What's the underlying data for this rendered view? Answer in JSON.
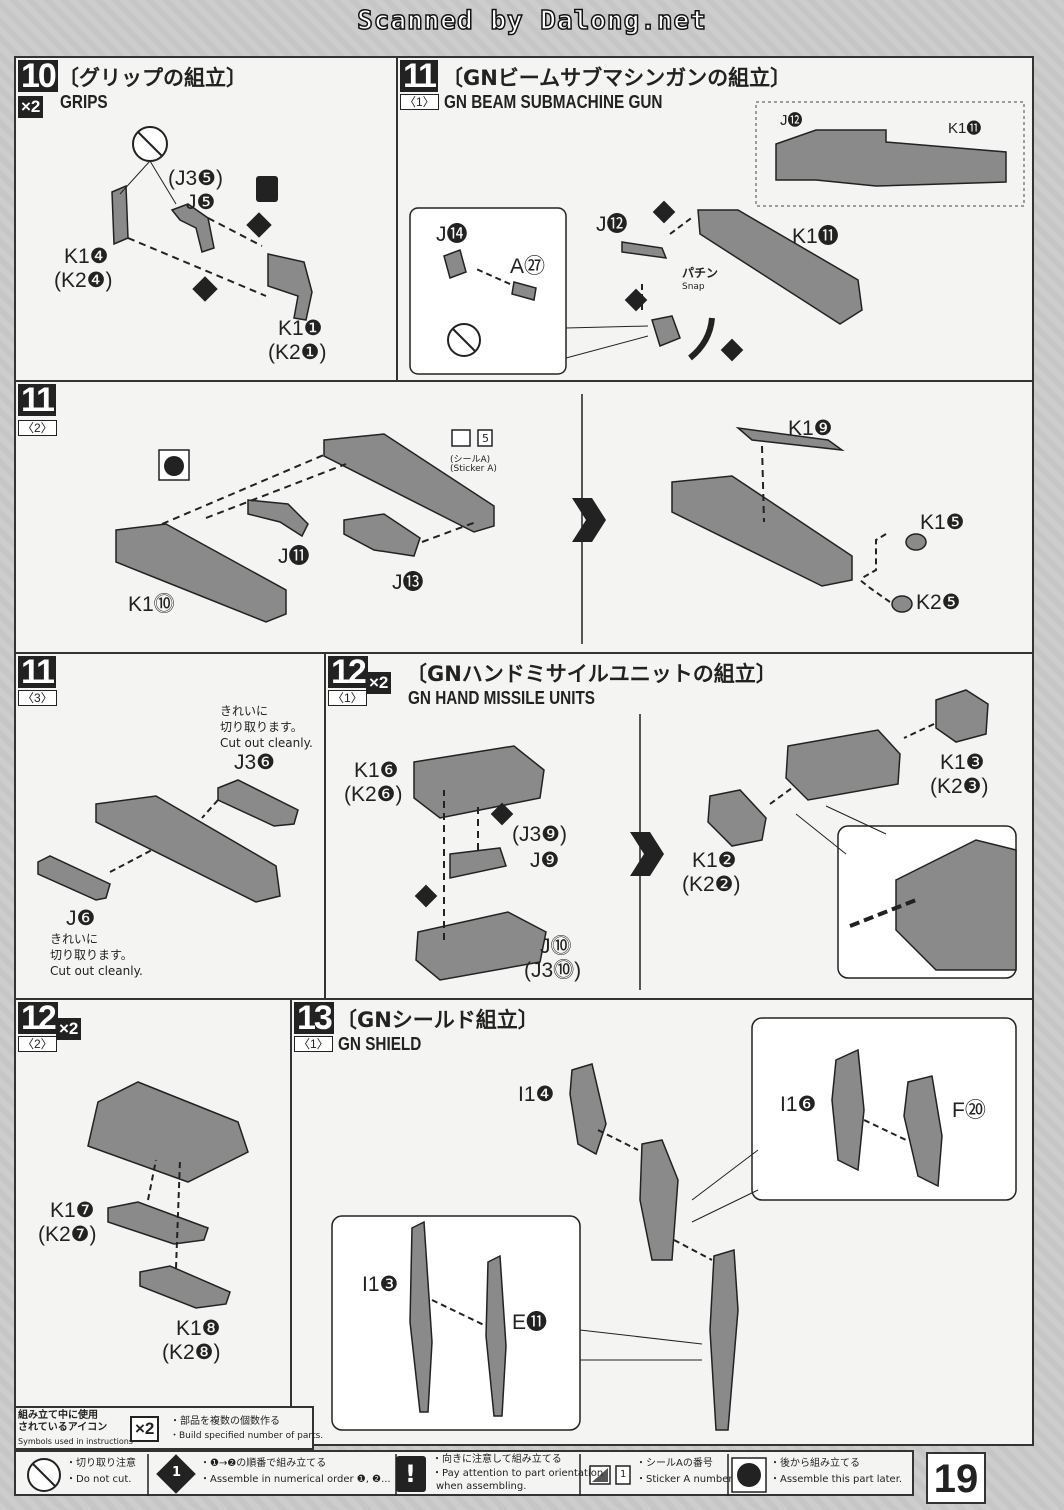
{
  "header": {
    "scan_credit": "Scanned by Dalong.net"
  },
  "page_number": "19",
  "colors": {
    "panel_bg": "#f4f4f2",
    "part_fill": "#8a8a8a",
    "line": "#222222"
  },
  "steps": {
    "s10": {
      "number": "10",
      "multiplier": "×2",
      "title_jp": "〔グリップの組立〕",
      "title_en": "GRIPS",
      "labels": [
        "(J3❺)",
        "J❺",
        "K1❹",
        "(K2❹)",
        "K1❶",
        "(K2❶)"
      ]
    },
    "s11_1": {
      "number": "11",
      "sub": "〈1〉",
      "title_jp": "〔GNビームサブマシンガンの組立〕",
      "title_en": "GN BEAM SUBMACHINE GUN",
      "labels": [
        "J⓬",
        "K1⓫",
        "J⓬",
        "K1⓫",
        "J⓮",
        "A㉗"
      ],
      "snap_jp": "パチン",
      "snap_en": "Snap"
    },
    "s11_2": {
      "number": "11",
      "sub": "〈2〉",
      "sticker_jp": "(シールA)",
      "sticker_en": "(Sticker A)",
      "sticker_no": "5",
      "labels": [
        "J⓫",
        "J⓭",
        "K1⓾",
        "K1❾",
        "K1❺",
        "K2❺"
      ]
    },
    "s11_3": {
      "number": "11",
      "sub": "〈3〉",
      "cut_jp_1": "きれいに",
      "cut_jp_2": "切り取ります。",
      "cut_en": "Cut out cleanly.",
      "labels": [
        "J3❻",
        "J❻"
      ]
    },
    "s12_1": {
      "number": "12",
      "sub": "〈1〉",
      "multiplier": "×2",
      "title_jp": "〔GNハンドミサイルユニットの組立〕",
      "title_en": "GN HAND MISSILE UNITS",
      "labels": [
        "K1❻",
        "(K2❻)",
        "(J3❾)",
        "J❾",
        "J⓾",
        "(J3⓾)",
        "K1❸",
        "(K2❸)",
        "K1❷",
        "(K2❷)"
      ]
    },
    "s12_2": {
      "number": "12",
      "sub": "〈2〉",
      "multiplier": "×2",
      "labels": [
        "K1❼",
        "(K2❼)",
        "K1❽",
        "(K2❽)"
      ]
    },
    "s13": {
      "number": "13",
      "sub": "〈1〉",
      "title_jp": "〔GNシールド組立〕",
      "title_en": "GN SHIELD",
      "labels": [
        "I1❹",
        "I1❻",
        "F⑳",
        "I1❸",
        "E⓫"
      ]
    }
  },
  "legend": {
    "heading_jp_1": "組み立て中に使用",
    "heading_jp_2": "されているアイコン",
    "heading_en": "Symbols used in instructions",
    "multiplier_icon": "×2",
    "multiplier_jp": "・部品を複数の個数作る",
    "multiplier_en": "・Build specified number of parts.",
    "nocut_jp": "・切り取り注意",
    "nocut_en": "・Do not cut.",
    "order_icon": "1",
    "order_jp": "・❶→❷の順番で組み立てる",
    "order_en": "・Assemble in numerical order ❶, ❷...",
    "attn_icon": "!",
    "attn_jp": "・向きに注意して組み立てる",
    "attn_en_1": "・Pay attention to part orientation",
    "attn_en_2": "when assembling.",
    "sticker_no": "1",
    "sticker_jp": "・シールAの番号",
    "sticker_en": "・Sticker A number",
    "later_jp": "・後から組み立てる",
    "later_en": "・Assemble this part later."
  }
}
